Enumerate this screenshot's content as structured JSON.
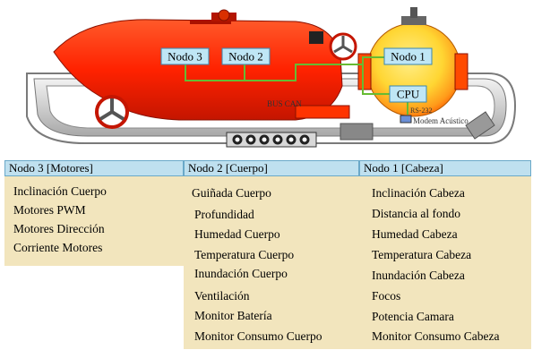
{
  "diagram": {
    "nodes": [
      {
        "label": "Nodo 3"
      },
      {
        "label": "Nodo 2"
      },
      {
        "label": "Nodo 1"
      },
      {
        "label": "CPU"
      }
    ],
    "bus_label": "BUS CAN",
    "rs_label": "RS-232",
    "modem_label": "Modem Acústico",
    "colors": {
      "body_red": "#ff2200",
      "head_yellow": "#ffd633",
      "node_box": "#bfe6f5",
      "wire_green": "#66bb33",
      "tread_gray": "#cfcfcf"
    }
  },
  "columns": [
    {
      "header": "Nodo 3 [Motores]",
      "items": [
        "Inclinación Cuerpo",
        "Motores PWM",
        "Motores Dirección",
        "Corriente Motores"
      ]
    },
    {
      "header": "Nodo 2 [Cuerpo]",
      "items": [
        "Guiñada Cuerpo",
        "Profundidad",
        "Humedad Cuerpo",
        "Temperatura Cuerpo",
        "Inundación Cuerpo",
        "Ventilación",
        "Monitor Batería",
        "Monitor Consumo Cuerpo"
      ]
    },
    {
      "header": "Nodo 1 [Cabeza]",
      "items": [
        "Inclinación Cabeza",
        "Distancia al fondo",
        "Humedad Cabeza",
        "Temperatura Cabeza",
        "Inundación Cabeza",
        "Focos",
        "Potencia Camara",
        "Monitor Consumo Cabeza"
      ]
    }
  ]
}
